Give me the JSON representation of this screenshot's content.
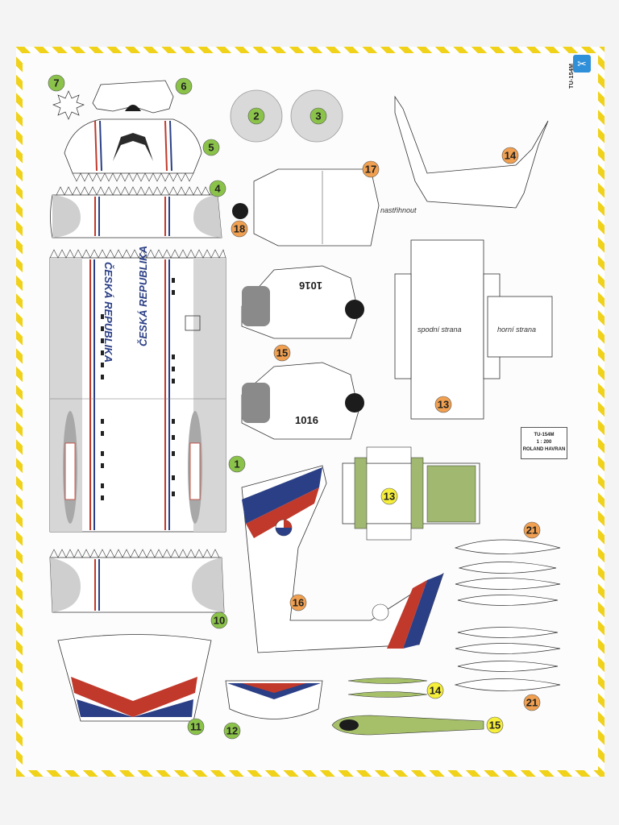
{
  "sheet": {
    "side_title": "TU-154M",
    "info": {
      "model": "TU-154M",
      "scale": "1 : 200",
      "author": "ROLAND HAVRAN"
    },
    "colors": {
      "border_yellow": "#f0d21a",
      "green_badge": "#8bc34a",
      "orange_badge": "#f0a050",
      "yellow_badge": "#f5ee3a",
      "flag_red": "#c0392b",
      "flag_blue": "#2b3f86",
      "panel_grey": "#d6d6d6"
    }
  },
  "fuselage_text": {
    "livery_left": "ČESKÁ REPUBLIKA",
    "livery_right": "ČESKÁ REPUBLIKA"
  },
  "nacelle": {
    "registration_top": "1016",
    "registration_bottom": "1016"
  },
  "part_labels": {
    "spodni": "spodní strana",
    "horni": "horní strana",
    "nastrihnout": "nastřihnout"
  },
  "badges": [
    {
      "num": "7",
      "kind": "green"
    },
    {
      "num": "6",
      "kind": "green"
    },
    {
      "num": "5",
      "kind": "green"
    },
    {
      "num": "4",
      "kind": "green"
    },
    {
      "num": "2",
      "kind": "green"
    },
    {
      "num": "3",
      "kind": "green"
    },
    {
      "num": "17",
      "kind": "orange"
    },
    {
      "num": "18",
      "kind": "orange"
    },
    {
      "num": "14",
      "kind": "orange"
    },
    {
      "num": "15",
      "kind": "orange"
    },
    {
      "num": "13",
      "kind": "orange"
    },
    {
      "num": "1",
      "kind": "green"
    },
    {
      "num": "13",
      "kind": "yellow"
    },
    {
      "num": "21",
      "kind": "orange"
    },
    {
      "num": "16",
      "kind": "orange"
    },
    {
      "num": "10",
      "kind": "green"
    },
    {
      "num": "11",
      "kind": "green"
    },
    {
      "num": "12",
      "kind": "green"
    },
    {
      "num": "14",
      "kind": "yellow"
    },
    {
      "num": "15",
      "kind": "yellow"
    },
    {
      "num": "21",
      "kind": "orange"
    }
  ]
}
